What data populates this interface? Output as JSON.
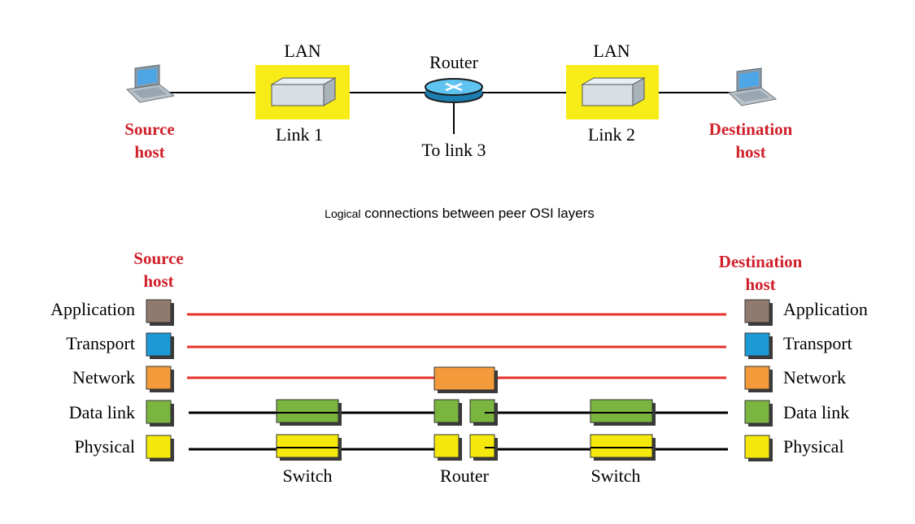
{
  "network": {
    "source_host_line1": "Source",
    "source_host_line2": "host",
    "dest_host_line1": "Destination",
    "dest_host_line2": "host",
    "lan_left": "LAN",
    "lan_right": "LAN",
    "router": "Router",
    "link1": "Link 1",
    "link2": "Link 2",
    "link3": "To link 3"
  },
  "caption": {
    "part1": "Logical",
    "part2": " connections between peer OSI layers"
  },
  "osi": {
    "source_line1": "Source",
    "source_line2": "host",
    "dest_line1": "Destination",
    "dest_line2": "host",
    "layers": [
      {
        "name": "Application",
        "color": "#8f7a6d"
      },
      {
        "name": "Transport",
        "color": "#1c9ad6"
      },
      {
        "name": "Network",
        "color": "#f39b3a"
      },
      {
        "name": "Data link",
        "color": "#7ab540"
      },
      {
        "name": "Physical",
        "color": "#f5e80c"
      }
    ],
    "device_labels": [
      "Switch",
      "Router",
      "Switch"
    ]
  },
  "colors": {
    "logical_link": "#e53228",
    "physical_link": "#000000",
    "lan_highlight": "#f7ec18",
    "router_body": "#2aa3dc",
    "host_label": "#d0202a"
  }
}
